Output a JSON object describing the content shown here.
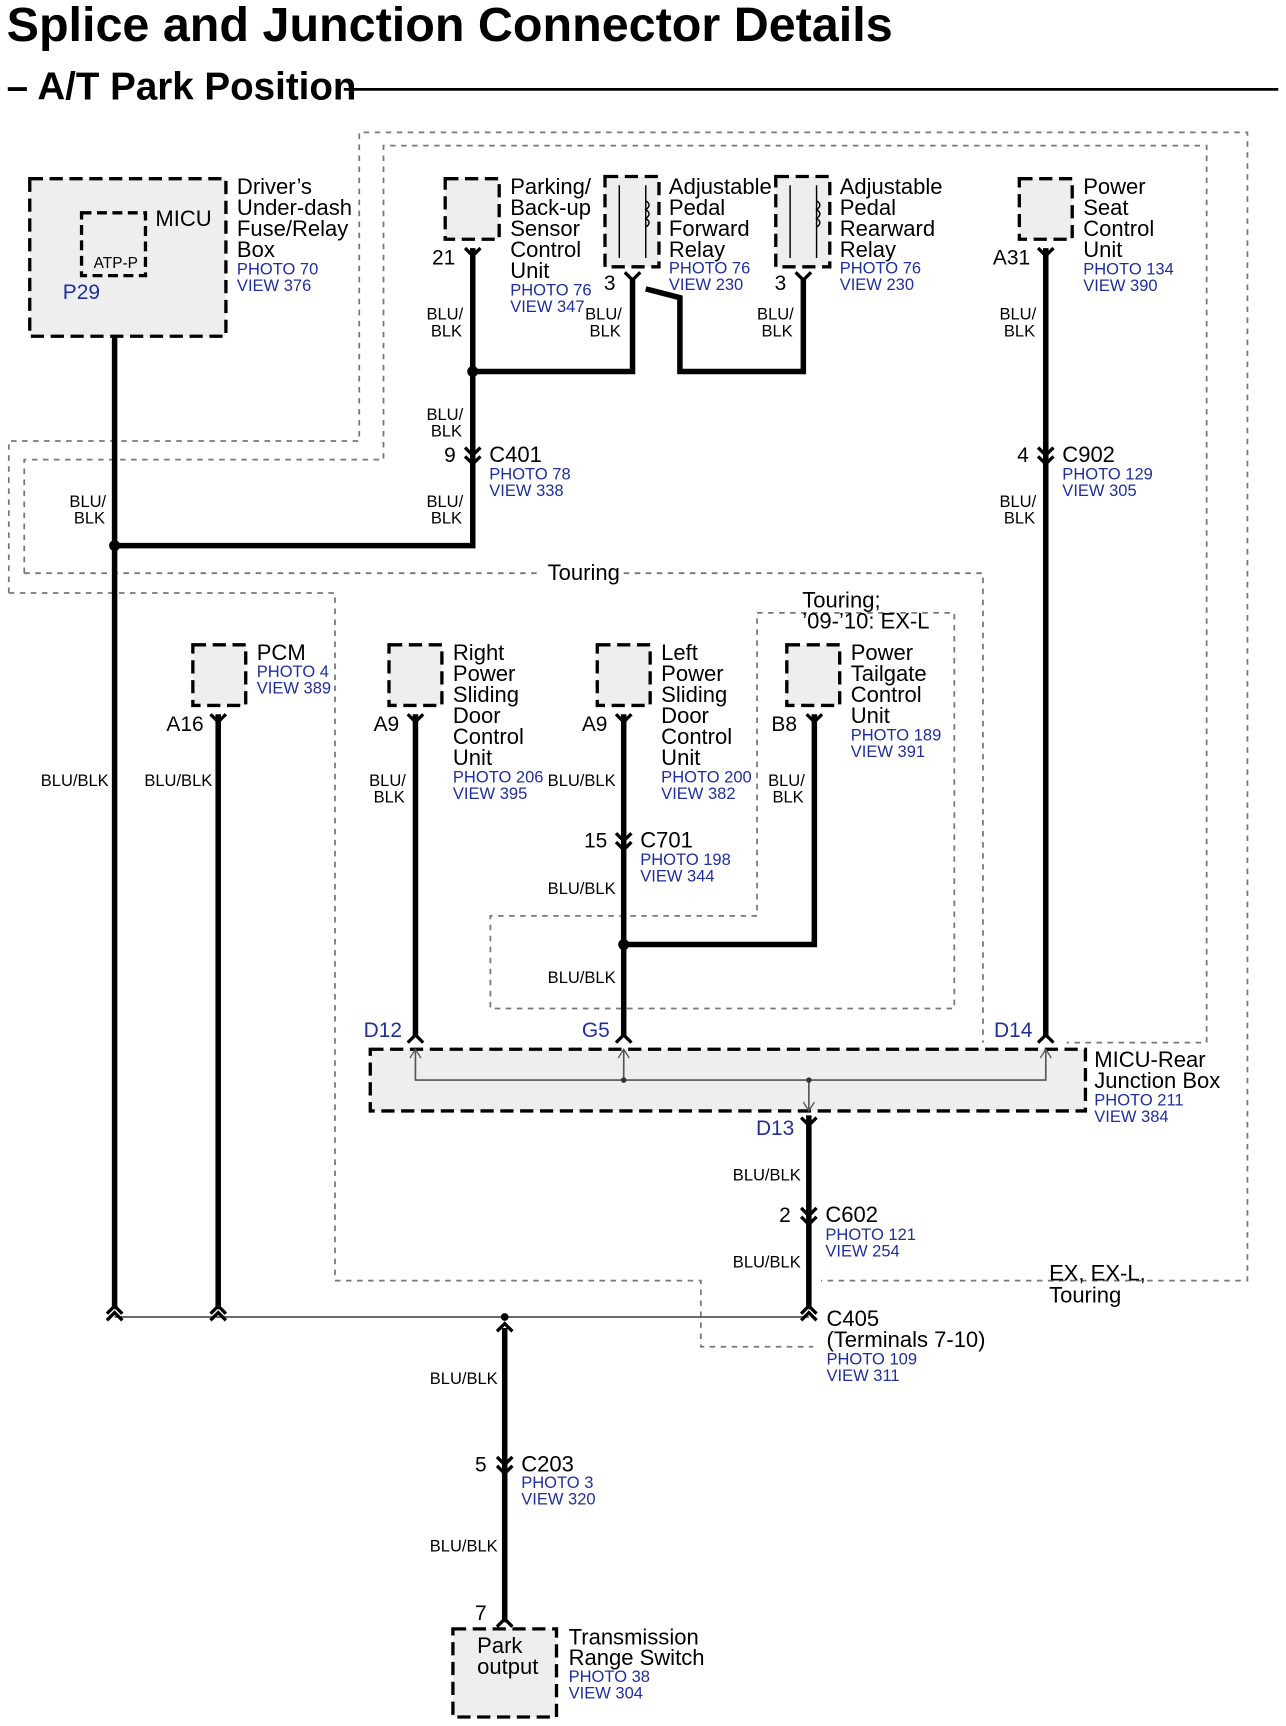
{
  "title": "Splice and Junction Connector Details",
  "subtitle": "– A/T Park Position",
  "components": {
    "driver_fuse": {
      "name": [
        "Driver’s",
        "Under-dash",
        "Fuse/Relay",
        "Box"
      ],
      "photo": "PHOTO 70",
      "view": "VIEW 376",
      "inner_name": "MICU",
      "inner_terminal": "ATP-P",
      "pin": "P29"
    },
    "parking": {
      "name": [
        "Parking/",
        "Back-up",
        "Sensor",
        "Control",
        "Unit"
      ],
      "photo": "PHOTO 76",
      "view": "VIEW 347",
      "pin": "21"
    },
    "pedal_fwd": {
      "name": [
        "Adjustable",
        "Pedal",
        "Forward",
        "Relay"
      ],
      "photo": "PHOTO 76",
      "view": "VIEW 230",
      "pin": "3"
    },
    "pedal_rear": {
      "name": [
        "Adjustable",
        "Pedal",
        "Rearward",
        "Relay"
      ],
      "photo": "PHOTO 76",
      "view": "VIEW 230",
      "pin": "3"
    },
    "power_seat": {
      "name": [
        "Power",
        "Seat",
        "Control",
        "Unit"
      ],
      "photo": "PHOTO 134",
      "view": "VIEW 390",
      "pin": "A31"
    },
    "pcm": {
      "name": [
        "PCM"
      ],
      "photo": "PHOTO 4",
      "view": "VIEW 389",
      "pin": "A16"
    },
    "right_door": {
      "name": [
        "Right",
        "Power",
        "Sliding",
        "Door",
        "Control",
        "Unit"
      ],
      "photo": "PHOTO 206",
      "view": "VIEW 395",
      "pin": "A9"
    },
    "left_door": {
      "name": [
        "Left",
        "Power",
        "Sliding",
        "Door",
        "Control",
        "Unit"
      ],
      "photo": "PHOTO 200",
      "view": "VIEW 382",
      "pin": "A9"
    },
    "tailgate": {
      "name": [
        "Power",
        "Tailgate",
        "Control",
        "Unit"
      ],
      "photo": "PHOTO 189",
      "view": "VIEW 391",
      "pin": "B8"
    },
    "junction_box": {
      "name": [
        "MICU-Rear",
        "Junction Box"
      ],
      "photo": "PHOTO 211",
      "view": "VIEW 384",
      "pins": [
        "D12",
        "G5",
        "D14",
        "D13"
      ]
    },
    "trans_switch": {
      "name": [
        "Transmission",
        "Range Switch"
      ],
      "photo": "PHOTO 38",
      "view": "VIEW 304",
      "inner": [
        "Park",
        "output"
      ],
      "pin": "7"
    }
  },
  "connectors": {
    "c401": {
      "name": "C401",
      "pin": "9",
      "photo": "PHOTO 78",
      "view": "VIEW 338"
    },
    "c902": {
      "name": "C902",
      "pin": "4",
      "photo": "PHOTO 129",
      "view": "VIEW 305"
    },
    "c701": {
      "name": "C701",
      "pin": "15",
      "photo": "PHOTO 198",
      "view": "VIEW 344"
    },
    "c602": {
      "name": "C602",
      "pin": "2",
      "photo": "PHOTO 121",
      "view": "VIEW 254"
    },
    "c405": {
      "name": "C405",
      "terminals": "(Terminals 7-10)",
      "photo": "PHOTO 109",
      "view": "VIEW 311"
    },
    "c203": {
      "name": "C203",
      "pin": "5",
      "photo": "PHOTO 3",
      "view": "VIEW 320"
    }
  },
  "wire_color": "BLU/BLK",
  "wire_color_lines": [
    "BLU/",
    "BLK"
  ],
  "region_labels": {
    "touring": "Touring",
    "touring_ex_l": [
      "Touring;",
      "’09-’10: EX-L"
    ],
    "ex_touring": [
      "EX, EX-L,",
      "Touring"
    ]
  },
  "colors": {
    "wire": "#000000",
    "reference_text": "#1f2f9a",
    "component_fill": "#eeeeee",
    "dashed_boundary": "#777777"
  }
}
